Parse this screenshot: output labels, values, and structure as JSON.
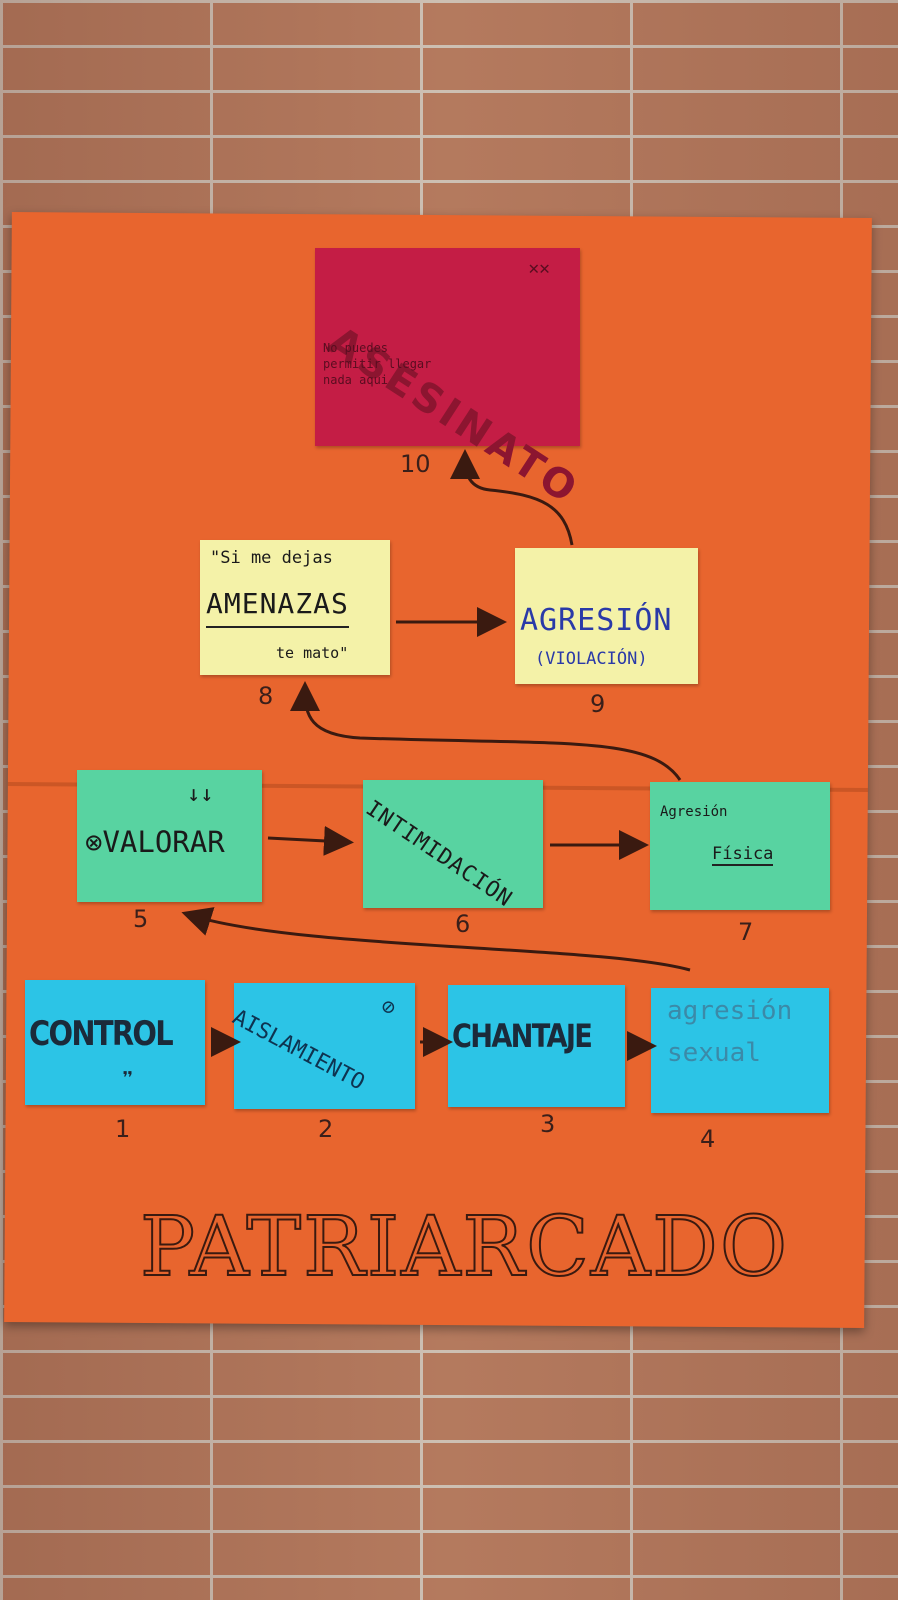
{
  "poster": {
    "title": "PATRIARCADO",
    "notes": [
      {
        "id": 10,
        "label": "ASESINATO",
        "subtext": "No puedes permitir llegar nada aqui",
        "color": "#c41d45"
      },
      {
        "id": 8,
        "prefix": "\"Si me dejas",
        "label": "AMENAZAS",
        "suffix": "te mato\"",
        "color": "#f4f2a8"
      },
      {
        "id": 9,
        "label": "AGRESIÓN",
        "sub": "(VIOLACIÓN)",
        "color": "#f4f2a8"
      },
      {
        "id": 5,
        "label": "VALORAR",
        "marks": "⊗ ↓↓",
        "color": "#58d3a1"
      },
      {
        "id": 6,
        "label": "INTIMIDACIÓN",
        "color": "#58d3a1"
      },
      {
        "id": 7,
        "line1": "Agresión",
        "line2": "Física",
        "color": "#58d3a1"
      },
      {
        "id": 1,
        "label": "CONTROL",
        "marks": "❞",
        "color": "#2cc4e6"
      },
      {
        "id": 2,
        "label": "AISLAMIENTO",
        "marks": "⊘",
        "color": "#2cc4e6"
      },
      {
        "id": 3,
        "label": "CHANTAJE",
        "color": "#2cc4e6"
      },
      {
        "id": 4,
        "line1": "agresión",
        "line2": "sexual",
        "color": "#2cc4e6"
      }
    ],
    "numbers": [
      "1",
      "2",
      "3",
      "4",
      "5",
      "6",
      "7",
      "8",
      "9",
      "10"
    ]
  }
}
